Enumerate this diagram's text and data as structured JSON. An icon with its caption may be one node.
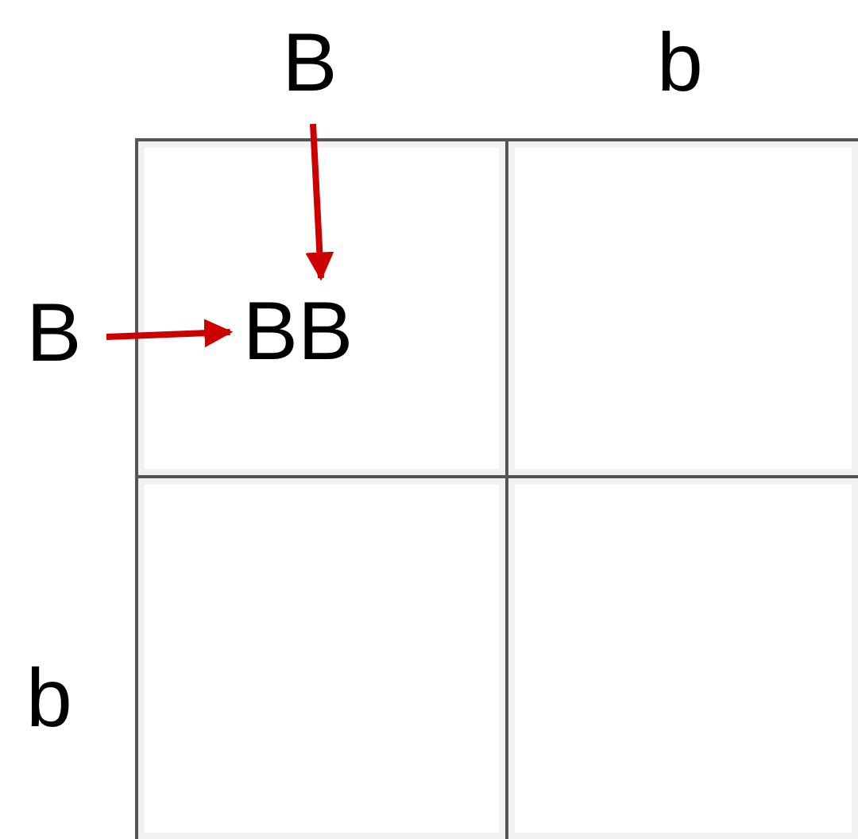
{
  "diagram": {
    "nodes": [
      {
        "text": [
          "B"
        ]
      },
      {
        "text": [
          "b"
        ]
      },
      {
        "text": [
          "B"
        ]
      },
      {
        "text": [
          "BB"
        ]
      },
      {
        "text": [],
        "shape": "box"
      },
      {
        "text": [
          "b"
        ]
      },
      {
        "text": [],
        "shape": "box"
      },
      {
        "text": [],
        "shape": "box"
      }
    ],
    "edges": [
      {
        "from": 0,
        "to": 3,
        "arrow": "to",
        "color": "#cc0000"
      },
      {
        "from": 2,
        "to": 3,
        "arrow": "to",
        "color": "#cc0000"
      }
    ]
  }
}
